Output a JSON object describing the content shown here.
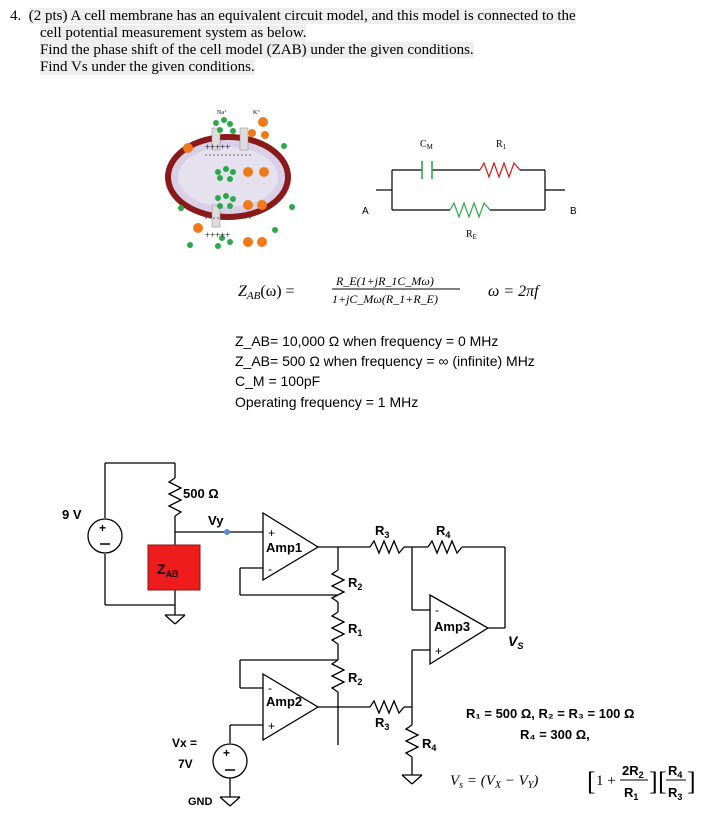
{
  "question": {
    "number": "4.",
    "points": "(2 pts)",
    "line1": "A cell membrane has an equivalent circuit model, and this model is connected to the",
    "line2": "cell potential measurement system as below.",
    "line3": "Find the phase shift of the cell model (ZAB) under the given conditions.",
    "line4": "Find Vs under the given conditions."
  },
  "cell_figure": {
    "ion_na": "Na⁺",
    "ion_k": "K⁺",
    "charges_top": "+++++",
    "charges_bottom": "+++++"
  },
  "equiv_circuit": {
    "node_a": "A",
    "node_b": "B",
    "cm": "C",
    "cm_sub": "M",
    "r1": "R",
    "r1_sub": "1",
    "re": "R",
    "re_sub": "E"
  },
  "formula": {
    "lhs": "Z",
    "lhs_sub": "AB",
    "lhs_arg": "(ω) =",
    "numerator": "R_E(1+jR_1C_Mω)",
    "denominator": "1+jC_Mω(R_1+R_E)",
    "omega": "ω = 2πf"
  },
  "conditions": [
    "Z_AB= 10,000 Ω when frequency = 0 MHz",
    "Z_AB= 500 Ω when frequency = ∞ (infinite) MHz",
    "C_M = 100pF",
    "Operating frequency = 1 MHz"
  ],
  "circuit": {
    "battery": "9 V",
    "r500": "500 Ω",
    "vy": "Vy",
    "zab": "Z",
    "zab_sub": "AB",
    "amp1": "Amp1",
    "amp2": "Amp2",
    "amp3": "Amp3",
    "r1": "R",
    "r2": "R",
    "r3": "R",
    "r4": "R",
    "vs": "V",
    "vs_sub": "S",
    "vx_line1": "Vx =",
    "vx_line2": "7V",
    "gnd": "GND",
    "values_line1": "R₁ = 500 Ω,  R₂ = R₃ = 100 Ω",
    "values_line2": "R₄ = 300 Ω,",
    "vs_formula": "V_s = (V_X − V_Y)[1 + 2R₂/R₁][R₄/R₃]"
  }
}
